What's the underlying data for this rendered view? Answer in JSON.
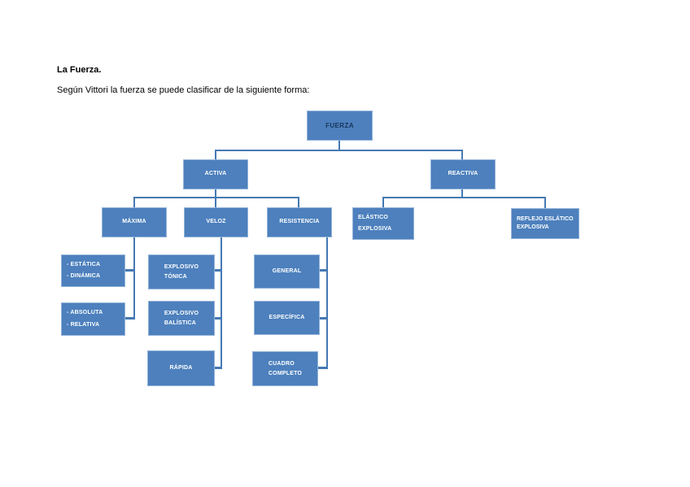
{
  "header": {
    "title": "La Fuerza.",
    "subtitle": "Según Vittori la fuerza se puede clasificar de la siguiente forma:"
  },
  "colors": {
    "page_bg": "#ffffff",
    "body_text": "#000000",
    "node_fill": "#4d80bd",
    "node_border": "#93b3d9",
    "node_text": "#ffffff",
    "root_text": "#17365d",
    "connector": "#4579b3"
  },
  "chart": {
    "type": "hierarchy",
    "nodes": {
      "fuerza": {
        "label": "FUERZA"
      },
      "activa": {
        "label": "ACTIVA"
      },
      "reactiva": {
        "label": "REACTIVA"
      },
      "maxima": {
        "label": "MÁXIMA"
      },
      "veloz": {
        "label": "VELOZ"
      },
      "resistencia": {
        "label": "RESISTENCIA"
      },
      "elastico": {
        "line1": "ELÁSTICO",
        "line2": "EXPLOSIVA"
      },
      "reflejo": {
        "line1": "REFLEJO ESLÁTICO",
        "line2": "EXPLOSIVA"
      },
      "estatica": {
        "line1": "- ESTÁTICA",
        "line2": "- DINÁMICA"
      },
      "absoluta": {
        "line1": "- ABSOLUTA",
        "line2": "- RELATIVA"
      },
      "explosivo_tonica": {
        "line1": "EXPLOSIVO",
        "line2": "TÓNICA"
      },
      "explosivo_balistica": {
        "line1": "EXPLOSIVO",
        "line2": "BALÍSTICA"
      },
      "rapida": {
        "label": "RÁPIDA"
      },
      "general": {
        "label": "GENERAL"
      },
      "especifica": {
        "label": "ESPECÍFICA"
      },
      "cuadro": {
        "line1": "CUADRO",
        "line2": "COMPLETO"
      }
    },
    "tree": [
      {
        "label": "FUERZA",
        "children": [
          {
            "label": "ACTIVA",
            "children": [
              {
                "label": "MÁXIMA",
                "children": [
                  "- ESTÁTICA / - DINÁMICA",
                  "- ABSOLUTA / - RELATIVA"
                ]
              },
              {
                "label": "VELOZ",
                "children": [
                  "EXPLOSIVO TÓNICA",
                  "EXPLOSIVO BALÍSTICA",
                  "RÁPIDA"
                ]
              },
              {
                "label": "RESISTENCIA",
                "children": [
                  "GENERAL",
                  "ESPECÍFICA",
                  "CUADRO COMPLETO"
                ]
              }
            ]
          },
          {
            "label": "REACTIVA",
            "children": [
              "ELÁSTICO EXPLOSIVA",
              "REFLEJO ESLÁTICO EXPLOSIVA"
            ]
          }
        ]
      }
    ]
  }
}
